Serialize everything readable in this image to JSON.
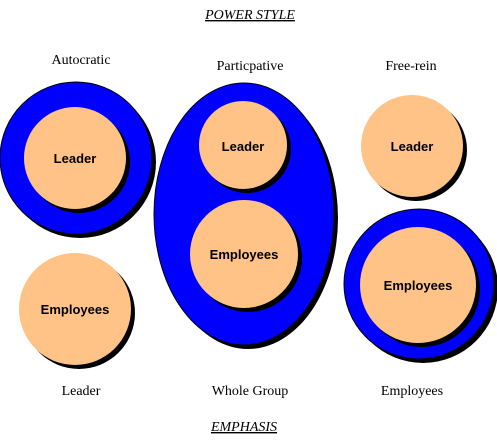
{
  "title": "POWER STYLE",
  "footer": "EMPHASIS",
  "colors": {
    "ring": "#0000ff",
    "circle_fill": "#ffc387",
    "shadow": "#000000",
    "text": "#000000"
  },
  "columns": [
    {
      "style": "Autocratic",
      "emphasis": "Leader",
      "circles": [
        "Leader",
        "Employees"
      ]
    },
    {
      "style": "Particpative",
      "emphasis": "Whole Group",
      "circles": [
        "Leader",
        "Employees"
      ]
    },
    {
      "style": "Free-rein",
      "emphasis": "Employees",
      "circles": [
        "Leader",
        "Employees"
      ]
    }
  ]
}
